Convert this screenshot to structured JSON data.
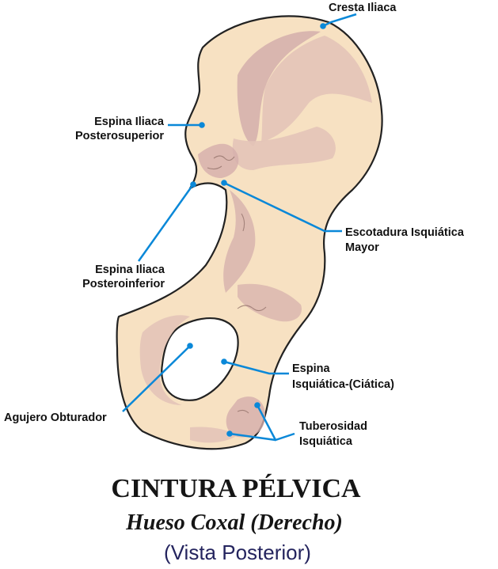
{
  "labels": {
    "cresta_iliaca": "Cresta Iliaca",
    "espina_ps_1": "Espina Iliaca",
    "espina_ps_2": "Posterosuperior",
    "escotadura_1": "Escotadura Isquiática",
    "escotadura_2": "Mayor",
    "espina_pi_1": "Espina Iliaca",
    "espina_pi_2": "Posteroinferior",
    "espina_isq_1": "Espina",
    "espina_isq_2": "Isquiática-(Ciática)",
    "agujero": "Agujero Obturador",
    "tuberosidad_1": "Tuberosidad",
    "tuberosidad_2": "Isquiática"
  },
  "title": {
    "main": "CINTURA PÉLVICA",
    "sub": "Hueso Coxal (Derecho)",
    "view": "(Vista Posterior)"
  },
  "colors": {
    "bone": "#f7e1c2",
    "shade": "#d4aeab",
    "shade_light": "#e3c4b8",
    "outline": "#222222",
    "leader": "#0a88d8"
  }
}
